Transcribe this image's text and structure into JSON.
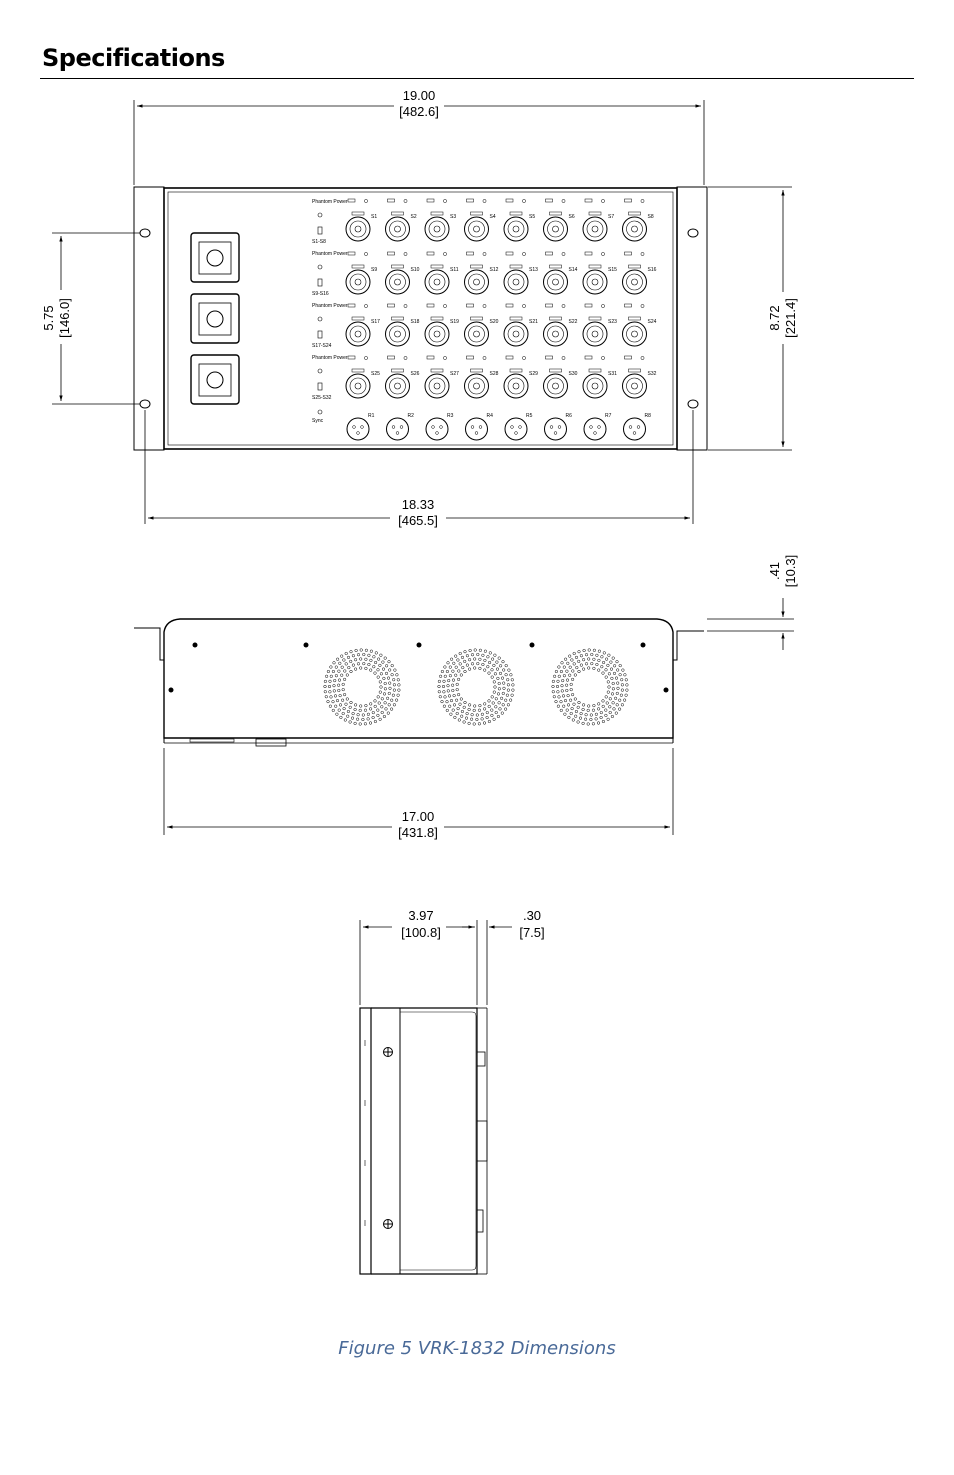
{
  "page": {
    "heading": "Specifications",
    "caption": "Figure 5 VRK-1832 Dimensions"
  },
  "front_view": {
    "width_overall": {
      "in": "19.00",
      "mm": "[482.6]"
    },
    "height_left": {
      "in": "5.75",
      "mm": "[146.0]"
    },
    "height_right": {
      "in": "8.72",
      "mm": "[221.4]"
    },
    "hole_spacing": {
      "in": "18.33",
      "mm": "[465.5]"
    },
    "phantom_label": "Phantom Power",
    "group_labels": [
      "S1-S8",
      "S9-S16",
      "S17-S24",
      "S25-S32"
    ],
    "sync_label": "Sync",
    "rows": [
      [
        "S1",
        "S2",
        "S3",
        "S4",
        "S5",
        "S6",
        "S7",
        "S8"
      ],
      [
        "S9",
        "S10",
        "S11",
        "S12",
        "S13",
        "S14",
        "S15",
        "S16"
      ],
      [
        "S17",
        "S18",
        "S19",
        "S20",
        "S21",
        "S22",
        "S23",
        "S24"
      ],
      [
        "S25",
        "S26",
        "S27",
        "S28",
        "S29",
        "S30",
        "S31",
        "S32"
      ]
    ],
    "returns": [
      "R1",
      "R2",
      "R3",
      "R4",
      "R5",
      "R6",
      "R7",
      "R8"
    ]
  },
  "top_view": {
    "flange": {
      "in": ".41",
      "mm": "[10.3]"
    },
    "depth": {
      "in": "17.00",
      "mm": "[431.8]"
    }
  },
  "side_view": {
    "depth": {
      "in": "3.97",
      "mm": "[100.8]"
    },
    "offset": {
      "in": ".30",
      "mm": "[7.5]"
    }
  }
}
